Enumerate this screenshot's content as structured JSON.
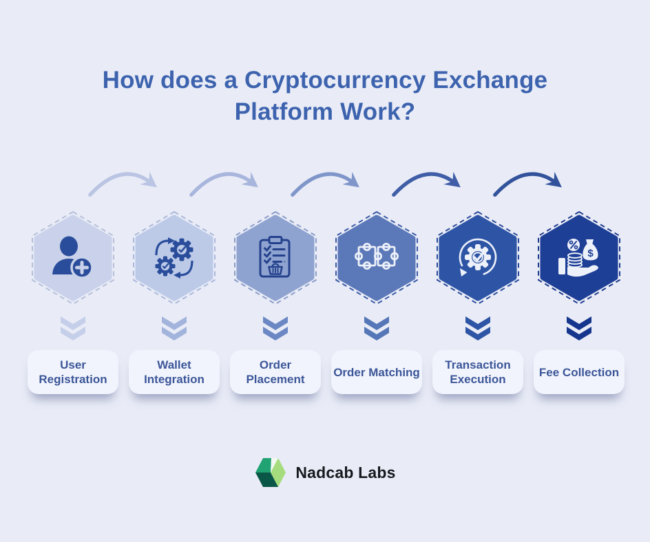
{
  "page": {
    "background": "#e9ecf7"
  },
  "header": {
    "title": "How does a Cryptocurrency Exchange Platform Work?",
    "color": "#3d63ae"
  },
  "steps": [
    {
      "label": "User Registration",
      "icon": "user-add-icon",
      "hex_fill": "#c9d2ea",
      "hex_border": "#b6bfd9",
      "icon_color": "#2a4d9b",
      "chevron_color": "#c6cfe9"
    },
    {
      "label": "Wallet Integration",
      "icon": "gears-sync-icon",
      "hex_fill": "#bccae8",
      "hex_border": "#abb8da",
      "icon_color": "#2a4d9b",
      "chevron_color": "#a3b4dc"
    },
    {
      "label": "Order Placement",
      "icon": "order-clipboard-icon",
      "hex_fill": "#8fa3d0",
      "hex_border": "#8a9cc9",
      "icon_color": "#24418c",
      "chevron_color": "#6c88c4"
    },
    {
      "label": "Order Matching",
      "icon": "puzzle-match-icon",
      "hex_fill": "#5b78b8",
      "hex_border": "#3a5aa6",
      "icon_color": "#edf1fa",
      "chevron_color": "#5577b7"
    },
    {
      "label": "Transaction Execution",
      "icon": "gear-check-cycle-icon",
      "hex_fill": "#2e55a5",
      "hex_border": "#2a4a99",
      "icon_color": "#edf1fa",
      "chevron_color": "#2e55a5"
    },
    {
      "label": "Fee Collection",
      "icon": "fee-hand-icon",
      "hex_fill": "#1e3f96",
      "hex_border": "#1d3a8c",
      "icon_color": "#edf1fa",
      "chevron_color": "#16358c"
    }
  ],
  "arrows": [
    {
      "color": "#bac4e3"
    },
    {
      "color": "#a8b5dc"
    },
    {
      "color": "#8096ca"
    },
    {
      "color": "#3f5ea7"
    },
    {
      "color": "#32539b"
    }
  ],
  "footer": {
    "brand": "Nadcab Labs",
    "logo_colors": {
      "top_left": "#21a273",
      "right": "#a5dc7e",
      "bottom": "#0b5747",
      "notch": "#f4f8f2"
    }
  }
}
